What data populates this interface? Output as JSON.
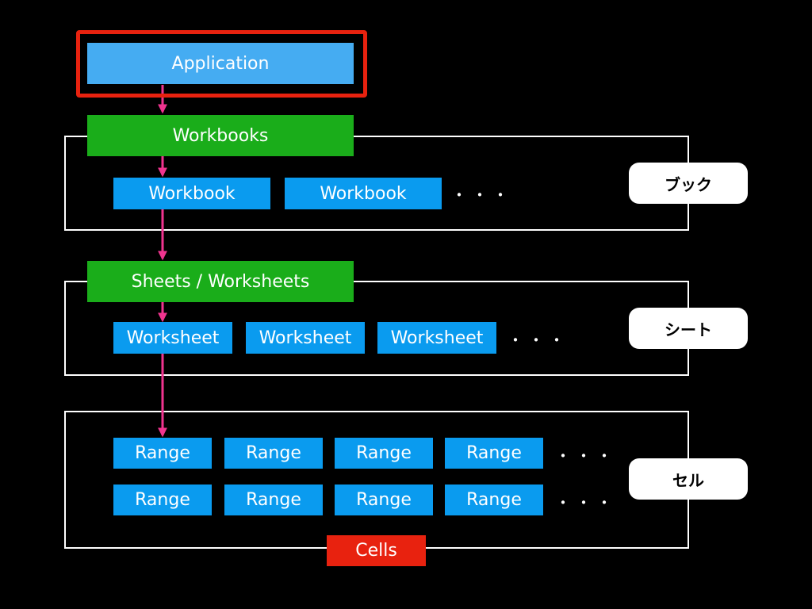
{
  "application": {
    "label": "Application"
  },
  "workbooks": {
    "label": "Workbooks"
  },
  "workbook_items": [
    "Workbook",
    "Workbook"
  ],
  "sheets": {
    "label": "Sheets / Worksheets"
  },
  "worksheet_items": [
    "Worksheet",
    "Worksheet",
    "Worksheet"
  ],
  "range_rows": [
    [
      "Range",
      "Range",
      "Range",
      "Range"
    ],
    [
      "Range",
      "Range",
      "Range",
      "Range"
    ]
  ],
  "cells": {
    "label": "Cells"
  },
  "ellipsis": "・・・",
  "tags": {
    "book": "ブック",
    "sheet": "シート",
    "cell": "セル"
  },
  "colors": {
    "application": "#45acf2",
    "collection": "#1aad1a",
    "item": "#0a9bef",
    "cells": "#e8220f",
    "highlight": "#e8220f",
    "arrow": "#f0348f"
  }
}
